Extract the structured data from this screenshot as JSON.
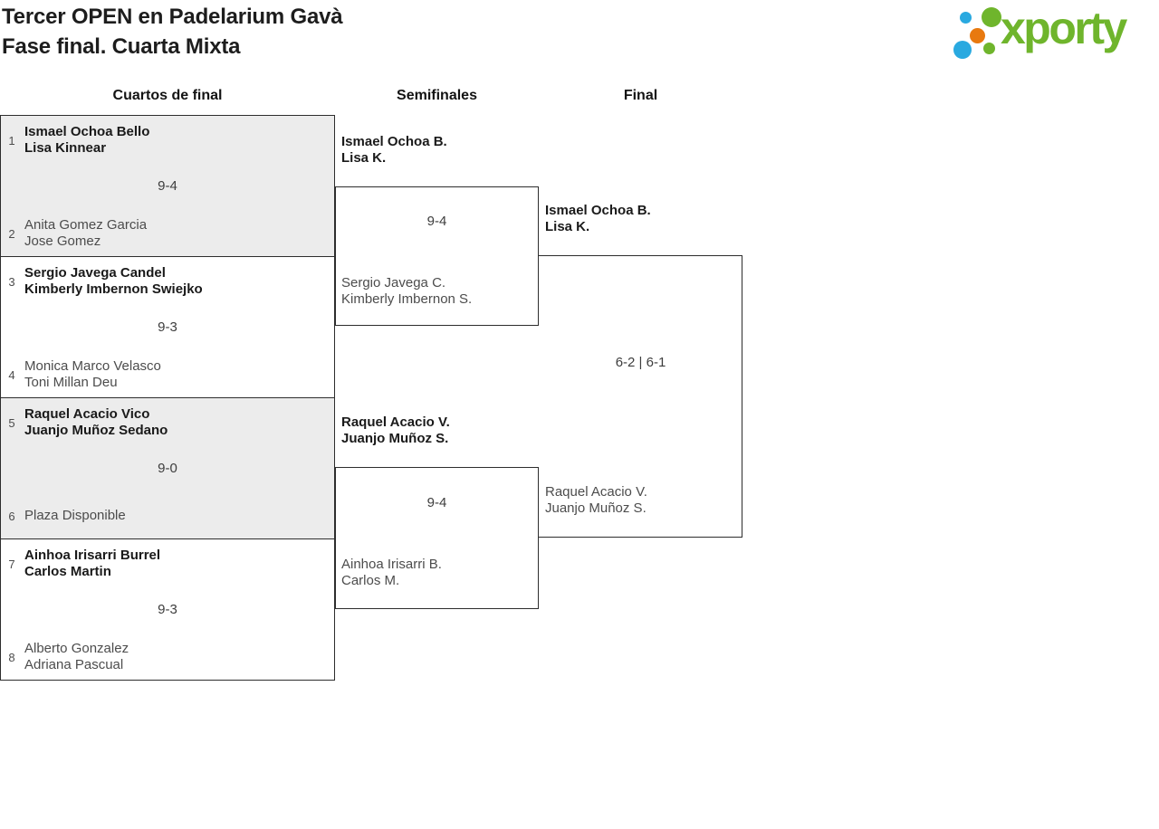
{
  "header": {
    "title_line1": "Tercer OPEN en Padelarium Gavà",
    "title_line2": "Fase final. Cuarta Mixta",
    "logo_text": "xporty"
  },
  "colors": {
    "logo_green": "#6fb52c",
    "logo_blue": "#29a9e0",
    "logo_orange": "#e8790f",
    "box_gray": "#ececec",
    "box_border": "#2d2d2d",
    "winner_text": "#1a1a1a",
    "loser_text": "#4c4c4c"
  },
  "rounds": [
    {
      "label": "Cuartos de final"
    },
    {
      "label": "Semifinales"
    },
    {
      "label": "Final"
    }
  ],
  "quarterfinals": [
    {
      "seed_top": "1",
      "team_top": [
        "Ismael Ochoa Bello",
        "Lisa Kinnear"
      ],
      "score": "9-4",
      "seed_bottom": "2",
      "team_bottom": [
        "Anita Gomez Garcia",
        "Jose Gomez"
      ]
    },
    {
      "seed_top": "3",
      "team_top": [
        "Sergio Javega Candel",
        "Kimberly Imbernon Swiejko"
      ],
      "score": "9-3",
      "seed_bottom": "4",
      "team_bottom": [
        "Monica Marco Velasco",
        "Toni Millan Deu"
      ]
    },
    {
      "seed_top": "5",
      "team_top": [
        "Raquel Acacio Vico",
        "Juanjo Muñoz Sedano"
      ],
      "score": "9-0",
      "seed_bottom": "6",
      "team_bottom": [
        "Plaza Disponible"
      ]
    },
    {
      "seed_top": "7",
      "team_top": [
        "Ainhoa Irisarri Burrel",
        "Carlos Martin"
      ],
      "score": "9-3",
      "seed_bottom": "8",
      "team_bottom": [
        "Alberto Gonzalez",
        "Adriana Pascual"
      ]
    }
  ],
  "semifinals": [
    {
      "team_top": [
        "Ismael Ochoa B.",
        "Lisa K."
      ],
      "score": "9-4",
      "team_bottom": [
        "Sergio Javega C.",
        "Kimberly Imbernon S."
      ]
    },
    {
      "team_top": [
        "Raquel Acacio V.",
        "Juanjo Muñoz S."
      ],
      "score": "9-4",
      "team_bottom": [
        "Ainhoa Irisarri B.",
        "Carlos M."
      ]
    }
  ],
  "final": {
    "team_top": [
      "Ismael Ochoa B.",
      "Lisa K."
    ],
    "score": "6-2 | 6-1",
    "team_bottom": [
      "Raquel Acacio V.",
      "Juanjo Muñoz S."
    ]
  }
}
